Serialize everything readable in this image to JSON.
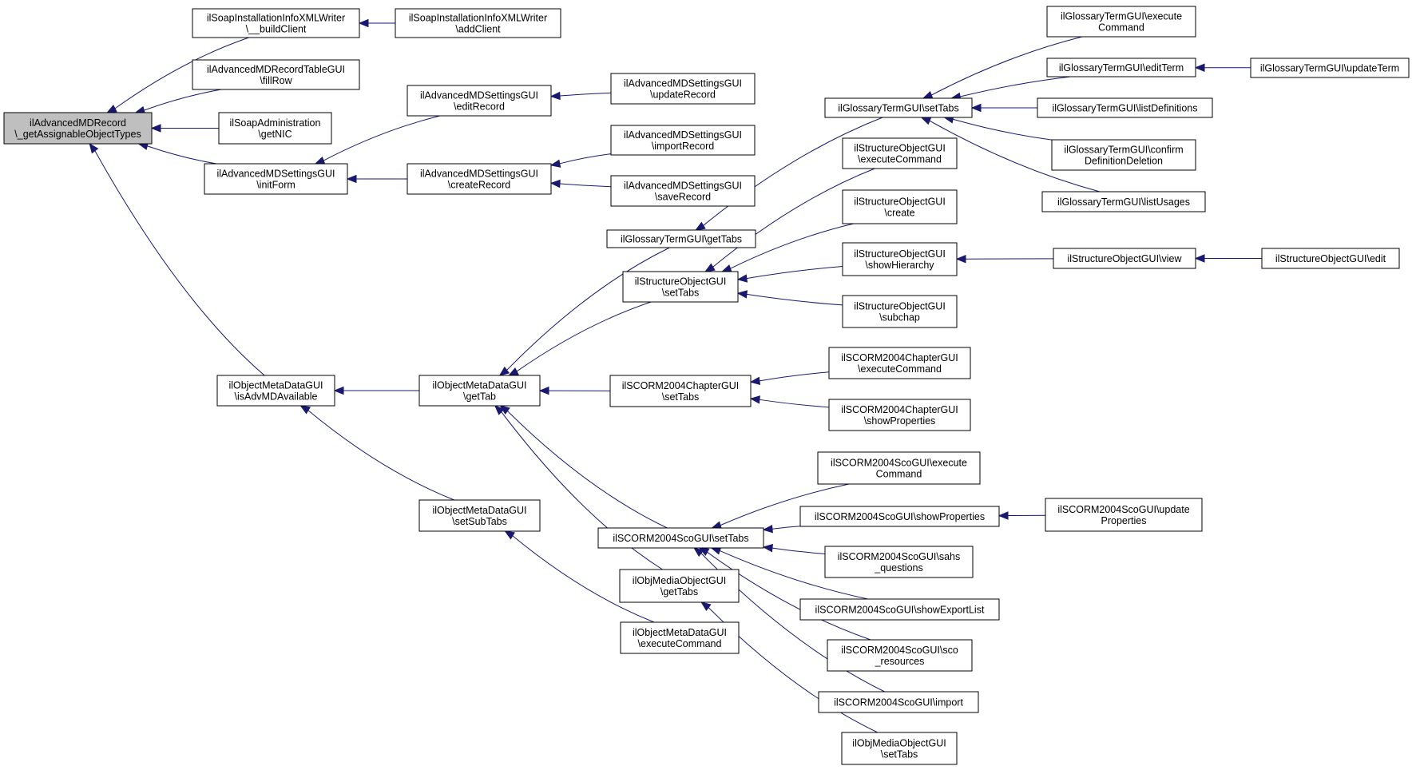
{
  "nodes": {
    "root": [
      "ilAdvancedMDRecord",
      "\\_getAssignableObjectTypes"
    ],
    "soapBuild": [
      "ilSoapInstallationInfoXMLWriter",
      "\\__buildClient"
    ],
    "soapAdd": [
      "ilSoapInstallationInfoXMLWriter",
      "\\addClient"
    ],
    "tableFill": [
      "ilAdvancedMDRecordTableGUI",
      "\\fillRow"
    ],
    "soapNic": [
      "ilSoapAdministration",
      "\\getNIC"
    ],
    "initForm": [
      "ilAdvancedMDSettingsGUI",
      "\\initForm"
    ],
    "editRecord": [
      "ilAdvancedMDSettingsGUI",
      "\\editRecord"
    ],
    "updateRecord": [
      "ilAdvancedMDSettingsGUI",
      "\\updateRecord"
    ],
    "createRecord": [
      "ilAdvancedMDSettingsGUI",
      "\\createRecord"
    ],
    "importRecord": [
      "ilAdvancedMDSettingsGUI",
      "\\importRecord"
    ],
    "saveRecord": [
      "ilAdvancedMDSettingsGUI",
      "\\saveRecord"
    ],
    "isAdv": [
      "ilObjectMetaDataGUI",
      "\\isAdvMDAvailable"
    ],
    "getTab": [
      "ilObjectMetaDataGUI",
      "\\getTab"
    ],
    "setSubTabs": [
      "ilObjectMetaDataGUI",
      "\\setSubTabs"
    ],
    "omdExec": [
      "ilObjectMetaDataGUI",
      "\\executeCommand"
    ],
    "glossGetTabs": [
      "ilGlossaryTermGUI\\getTabs"
    ],
    "glossSetTabs": [
      "ilGlossaryTermGUI\\setTabs"
    ],
    "glossExec": [
      "ilGlossaryTermGUI\\execute",
      "Command"
    ],
    "glossEditTerm": [
      "ilGlossaryTermGUI\\editTerm"
    ],
    "glossUpdateTerm": [
      "ilGlossaryTermGUI\\updateTerm"
    ],
    "glossListDefs": [
      "ilGlossaryTermGUI\\listDefinitions"
    ],
    "glossConfirm": [
      "ilGlossaryTermGUI\\confirm",
      "DefinitionDeletion"
    ],
    "glossListUsages": [
      "ilGlossaryTermGUI\\listUsages"
    ],
    "soSetTabs": [
      "ilStructureObjectGUI",
      "\\setTabs"
    ],
    "soExec": [
      "ilStructureObjectGUI",
      "\\executeCommand"
    ],
    "soCreate": [
      "ilStructureObjectGUI",
      "\\create"
    ],
    "soShowHier": [
      "ilStructureObjectGUI",
      "\\showHierarchy"
    ],
    "soView": [
      "ilStructureObjectGUI\\view"
    ],
    "soEdit": [
      "ilStructureObjectGUI\\edit"
    ],
    "soSubchap": [
      "ilStructureObjectGUI",
      "\\subchap"
    ],
    "chSetTabs": [
      "ilSCORM2004ChapterGUI",
      "\\setTabs"
    ],
    "chExec": [
      "ilSCORM2004ChapterGUI",
      "\\executeCommand"
    ],
    "chShowProps": [
      "ilSCORM2004ChapterGUI",
      "\\showProperties"
    ],
    "scoSetTabs": [
      "ilSCORM2004ScoGUI\\setTabs"
    ],
    "scoExec": [
      "ilSCORM2004ScoGUI\\execute",
      "Command"
    ],
    "scoShowProps": [
      "ilSCORM2004ScoGUI\\showProperties"
    ],
    "scoUpdateProps": [
      "ilSCORM2004ScoGUI\\update",
      "Properties"
    ],
    "scoSahs": [
      "ilSCORM2004ScoGUI\\sahs",
      "_questions"
    ],
    "scoExportList": [
      "ilSCORM2004ScoGUI\\showExportList"
    ],
    "scoRes": [
      "ilSCORM2004ScoGUI\\sco",
      "_resources"
    ],
    "scoImport": [
      "ilSCORM2004ScoGUI\\import"
    ],
    "omoGetTabs": [
      "ilObjMediaObjectGUI",
      "\\getTabs"
    ],
    "omoSetTabs": [
      "ilObjMediaObjectGUI",
      "\\setTabs"
    ]
  },
  "edges": [
    [
      "root",
      "soapBuild"
    ],
    [
      "root",
      "tableFill"
    ],
    [
      "root",
      "soapNic"
    ],
    [
      "root",
      "initForm"
    ],
    [
      "root",
      "isAdv"
    ],
    [
      "soapBuild",
      "soapAdd"
    ],
    [
      "initForm",
      "editRecord"
    ],
    [
      "initForm",
      "createRecord"
    ],
    [
      "editRecord",
      "updateRecord"
    ],
    [
      "createRecord",
      "importRecord"
    ],
    [
      "createRecord",
      "saveRecord"
    ],
    [
      "isAdv",
      "getTab"
    ],
    [
      "isAdv",
      "setSubTabs"
    ],
    [
      "getTab",
      "glossGetTabs"
    ],
    [
      "getTab",
      "soSetTabs"
    ],
    [
      "getTab",
      "chSetTabs"
    ],
    [
      "getTab",
      "scoSetTabs"
    ],
    [
      "getTab",
      "omoGetTabs"
    ],
    [
      "setSubTabs",
      "omdExec"
    ],
    [
      "glossGetTabs",
      "glossSetTabs"
    ],
    [
      "glossSetTabs",
      "glossExec"
    ],
    [
      "glossSetTabs",
      "glossEditTerm"
    ],
    [
      "glossSetTabs",
      "glossListDefs"
    ],
    [
      "glossSetTabs",
      "glossConfirm"
    ],
    [
      "glossSetTabs",
      "glossListUsages"
    ],
    [
      "glossEditTerm",
      "glossUpdateTerm"
    ],
    [
      "soSetTabs",
      "soExec"
    ],
    [
      "soSetTabs",
      "soCreate"
    ],
    [
      "soSetTabs",
      "soShowHier"
    ],
    [
      "soSetTabs",
      "soSubchap"
    ],
    [
      "soShowHier",
      "soView"
    ],
    [
      "soView",
      "soEdit"
    ],
    [
      "chSetTabs",
      "chExec"
    ],
    [
      "chSetTabs",
      "chShowProps"
    ],
    [
      "scoSetTabs",
      "scoExec"
    ],
    [
      "scoSetTabs",
      "scoShowProps"
    ],
    [
      "scoSetTabs",
      "scoSahs"
    ],
    [
      "scoSetTabs",
      "scoExportList"
    ],
    [
      "scoSetTabs",
      "scoRes"
    ],
    [
      "scoSetTabs",
      "scoImport"
    ],
    [
      "scoShowProps",
      "scoUpdateProps"
    ],
    [
      "omoGetTabs",
      "omoSetTabs"
    ]
  ],
  "colors": {
    "edge": "#191970",
    "root_fill": "#bfbfbf",
    "node_fill": "#ffffff",
    "node_stroke": "#000000"
  }
}
